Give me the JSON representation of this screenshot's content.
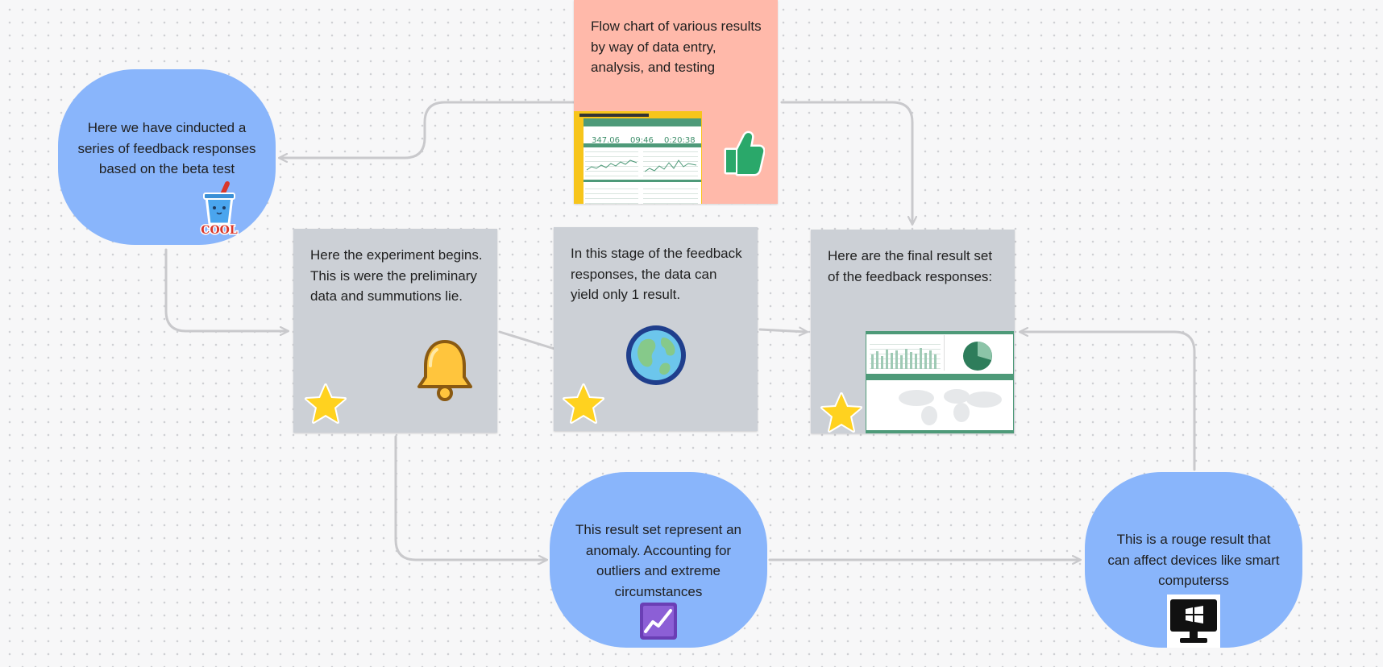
{
  "diagram": {
    "nodes": {
      "intro": {
        "text": "Here we have cinducted a series of feedback responses based on the beta test",
        "sticker_icon": "cool-cup-sticker",
        "sticker_text": "COOL"
      },
      "flow_note": {
        "text": "Flow chart of various results by way of data entry, analysis, and testing",
        "sticker_icon": "thumbs-up-icon"
      },
      "experiment": {
        "text": "Here the experiment begins. This is were the preliminary data and summutions lie.",
        "sticker_icon": "bell-icon"
      },
      "stage": {
        "text": "In this stage of the feedback responses, the data can yield only 1 result.",
        "sticker_icon": "globe-icon"
      },
      "final": {
        "text": "Here are the final result set of the feedback responses:"
      },
      "anomaly": {
        "text": "This result set represent an anomaly. Accounting for outliers and extreme circumstances",
        "sticker_icon": "chart-increasing-icon"
      },
      "rogue": {
        "text": "This is a rouge result that can affect devices like smart computerss",
        "sticker_icon": "windows-computer-icon"
      }
    },
    "thumbnail_top": {
      "metric_1": "347.06",
      "metric_2": "09:46",
      "metric_3": "0:20:38"
    },
    "edges": [
      {
        "from": "flow_note",
        "to": "intro"
      },
      {
        "from": "flow_note",
        "to": "final"
      },
      {
        "from": "intro",
        "to": "experiment"
      },
      {
        "from": "experiment",
        "to": "stage"
      },
      {
        "from": "stage",
        "to": "final"
      },
      {
        "from": "experiment",
        "to": "anomaly"
      },
      {
        "from": "anomaly",
        "to": "rogue"
      },
      {
        "from": "rogue",
        "to": "final"
      }
    ],
    "colors": {
      "oval": "#89b5fb",
      "card": "#ccd0d6",
      "note": "#ffb9aa",
      "connector": "#c9c9cc",
      "star": "#ffd21f"
    }
  }
}
